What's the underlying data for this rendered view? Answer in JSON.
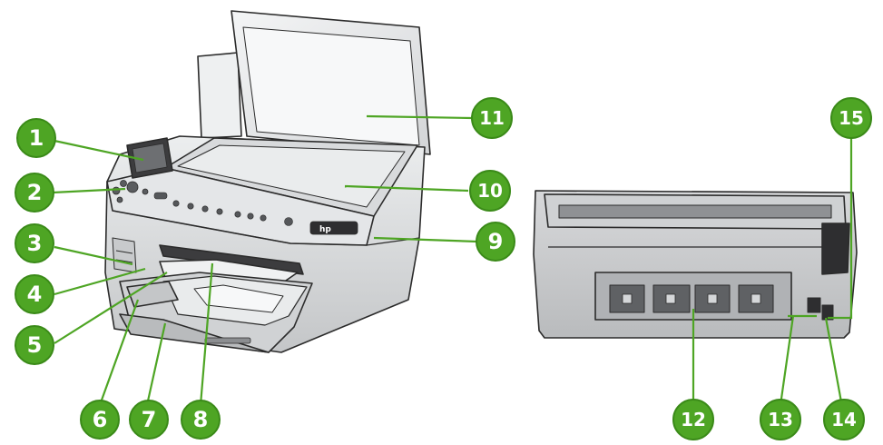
{
  "colors": {
    "callout_fill": "#4ea524",
    "callout_stroke": "#3a8a18",
    "callout_text": "#ffffff",
    "leader_line": "#4ea524",
    "printer_body": "#d9dadc",
    "printer_dark": "#3c3c3e",
    "printer_outline": "#2b2b2b"
  },
  "front_view": {
    "brand_badge": "hp"
  },
  "callouts": [
    {
      "label": "1"
    },
    {
      "label": "2"
    },
    {
      "label": "3"
    },
    {
      "label": "4"
    },
    {
      "label": "5"
    },
    {
      "label": "6"
    },
    {
      "label": "7"
    },
    {
      "label": "8"
    },
    {
      "label": "9"
    },
    {
      "label": "10"
    },
    {
      "label": "11"
    },
    {
      "label": "12"
    },
    {
      "label": "13"
    },
    {
      "label": "14"
    },
    {
      "label": "15"
    }
  ]
}
